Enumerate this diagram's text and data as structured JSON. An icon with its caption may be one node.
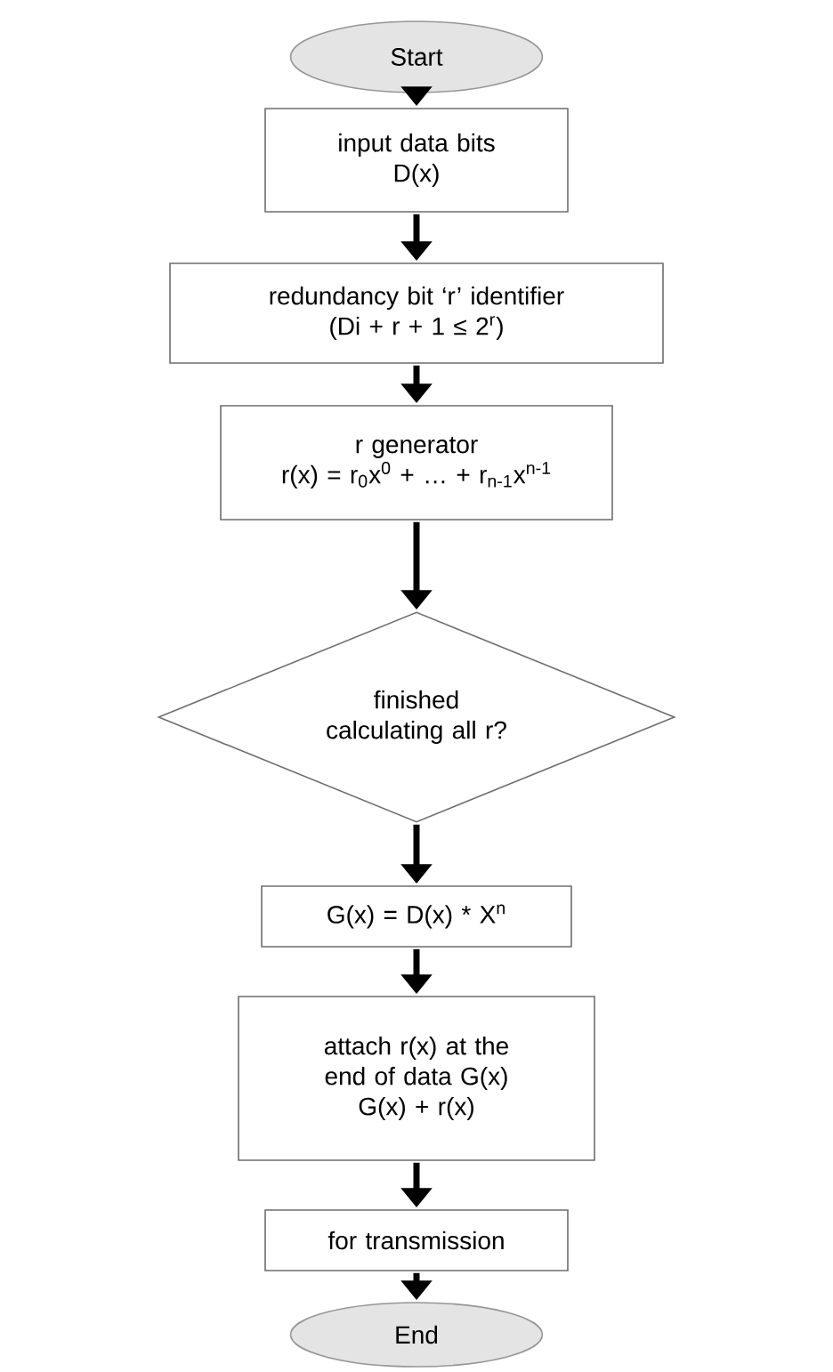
{
  "diagram": {
    "nodes": [
      {
        "text": [
          "Start"
        ]
      },
      {
        "text": [
          "input data bits",
          "D(x)"
        ]
      },
      {
        "text": [
          "redundancy bit ‘r’ identifier",
          "(Di + r + 1 ≤ 2$^{r}$)"
        ]
      },
      {
        "text": [
          "r generator",
          "r(x) = r$_{0}$x$^{0}$ + … + r$_{n-1}$x$^{n-1}$"
        ]
      },
      {
        "text": [
          "finished calculating all r?"
        ]
      },
      {
        "text": [
          "G(x) = D(x) * X$^{n}$"
        ]
      },
      {
        "text": [
          "attach r(x) at the end of data G(x)",
          "G(x) + r(x)"
        ]
      },
      {
        "text": [
          "for transmission"
        ]
      },
      {
        "text": [
          "End"
        ]
      }
    ],
    "edges": [
      {
        "from": 0,
        "to": 1,
        "arrow": "to"
      },
      {
        "from": 1,
        "to": 2,
        "arrow": "to"
      },
      {
        "from": 2,
        "to": 3,
        "arrow": "to"
      },
      {
        "from": 3,
        "to": 4,
        "arrow": "to"
      },
      {
        "from": 4,
        "to": 5,
        "arrow": "to"
      },
      {
        "from": 5,
        "to": 6,
        "arrow": "to"
      },
      {
        "from": 6,
        "to": 7,
        "arrow": "to"
      },
      {
        "from": 7,
        "to": 8,
        "arrow": "to"
      }
    ]
  }
}
